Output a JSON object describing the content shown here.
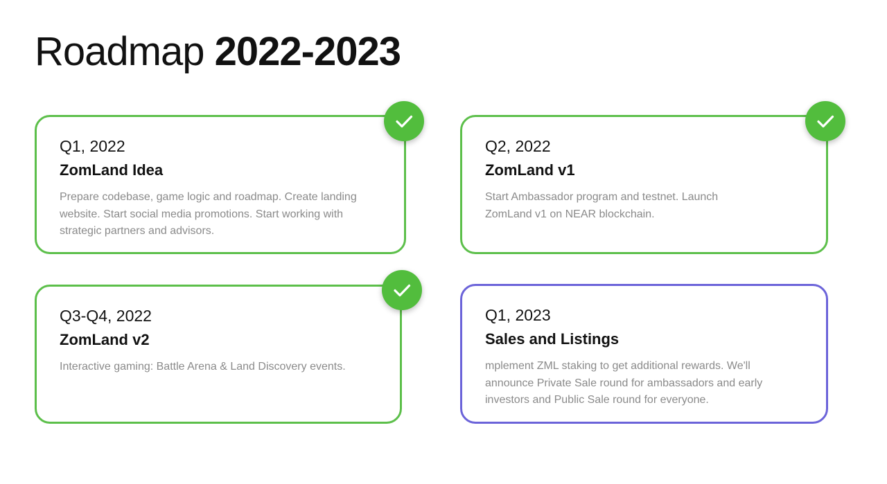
{
  "header": {
    "title_light": "Roadmap",
    "title_bold": "2022-2023"
  },
  "colors": {
    "done_border": "#5cbf4a",
    "pending_border": "#6b63d9",
    "badge_fill": "#52bd3d"
  },
  "cards": [
    {
      "quarter": "Q1, 2022",
      "title": "ZomLand Idea",
      "description": "Prepare codebase, game logic and roadmap. Create landing website. Start social media promotions. Start working with strategic partners and advisors.",
      "status_icon": "check-circle-icon"
    },
    {
      "quarter": "Q2, 2022",
      "title": "ZomLand v1",
      "description": "Start Ambassador program and testnet. Launch ZomLand v1 on NEAR blockchain.",
      "status_icon": "check-circle-icon"
    },
    {
      "quarter": "Q3-Q4, 2022",
      "title": "ZomLand v2",
      "description": "Interactive gaming: Battle Arena & Land Discovery events.",
      "status_icon": "check-circle-icon"
    },
    {
      "quarter": "Q1, 2023",
      "title": "Sales and Listings",
      "description": "mplement ZML staking to get additional rewards. We'll announce Private Sale round for ambassadors and early investors and Public Sale round for everyone."
    }
  ]
}
